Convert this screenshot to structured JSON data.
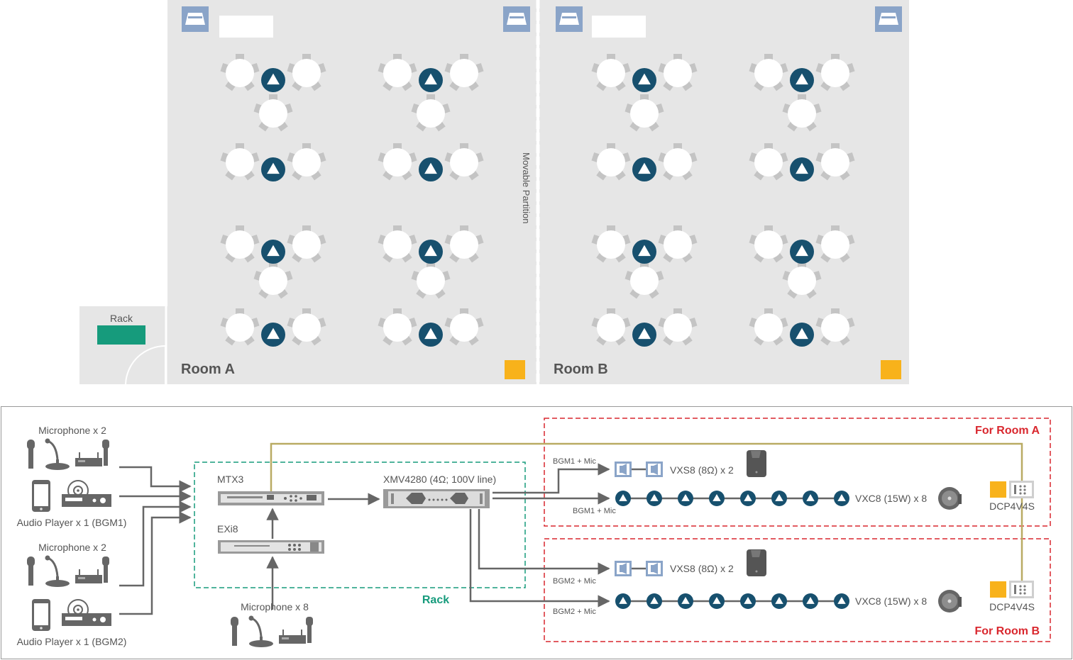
{
  "floor_plan": {
    "rack_label": "Rack",
    "partition_label": "Movable Partition",
    "room_a_name": "Room A",
    "room_b_name": "Room B"
  },
  "schematic": {
    "sources": {
      "mic_group_1": "Microphone x 2",
      "player_1": "Audio Player x 1 (BGM1)",
      "mic_group_2": "Microphone x 2",
      "player_2": "Audio Player x 1 (BGM2)",
      "mic_group_3": "Microphone x 8"
    },
    "rack": {
      "label": "Rack",
      "mtx_label": "MTX3",
      "exi_label": "EXi8",
      "amp_label": "XMV4280 (4Ω; 100V line)"
    },
    "room_a": {
      "title": "For Room A",
      "line1_label": "BGM1 + Mic",
      "line2_label": "BGM1 + Mic",
      "surface_speaker_label": "VXS8 (8Ω) x 2",
      "ceiling_speaker_label": "VXC8 (15W) x 8",
      "panel_label": "DCP4V4S"
    },
    "room_b": {
      "title": "For Room B",
      "line1_label": "BGM2 + Mic",
      "line2_label": "BGM2 + Mic",
      "surface_speaker_label": "VXS8 (8Ω) x 2",
      "ceiling_speaker_label": "VXC8 (15W) x 8",
      "panel_label": "DCP4V4S"
    }
  },
  "colors": {
    "floor": "#e6e6e6",
    "speaker_blue": "#17506e",
    "surface_speaker": "#8aa4c8",
    "panel_orange": "#f8b21b",
    "rack_green": "#169b7c",
    "room_red": "#d9272e",
    "link_olive": "#b9ab63",
    "wire_gray": "#666666"
  }
}
